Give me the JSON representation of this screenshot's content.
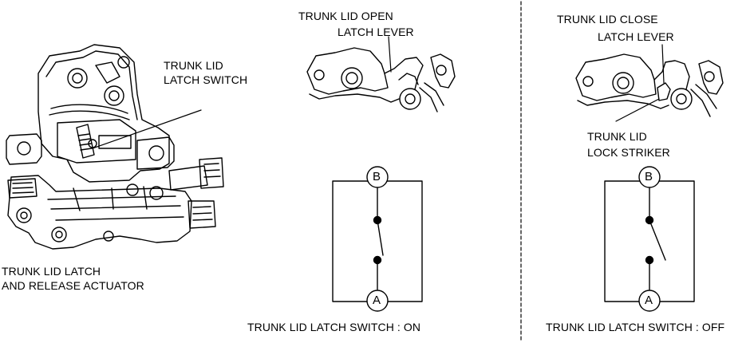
{
  "actuator": {
    "switch_label_line1": "TRUNK LID",
    "switch_label_line2": "LATCH SWITCH",
    "caption_line1": "TRUNK LID LATCH",
    "caption_line2": "AND RELEASE ACTUATOR"
  },
  "open_panel": {
    "lever_label_line1": "TRUNK LID OPEN",
    "lever_label_line2": "LATCH LEVER",
    "terminal_top": "B",
    "terminal_bottom": "A",
    "caption": "TRUNK LID LATCH SWITCH : ON",
    "switch_state": "closed"
  },
  "close_panel": {
    "lever_label_line1": "TRUNK LID CLOSE",
    "lever_label_line2": "LATCH LEVER",
    "striker_label_line1": "TRUNK LID",
    "striker_label_line2": "LOCK STRIKER",
    "terminal_top": "B",
    "terminal_bottom": "A",
    "caption": "TRUNK LID LATCH SWITCH : OFF",
    "switch_state": "open"
  }
}
